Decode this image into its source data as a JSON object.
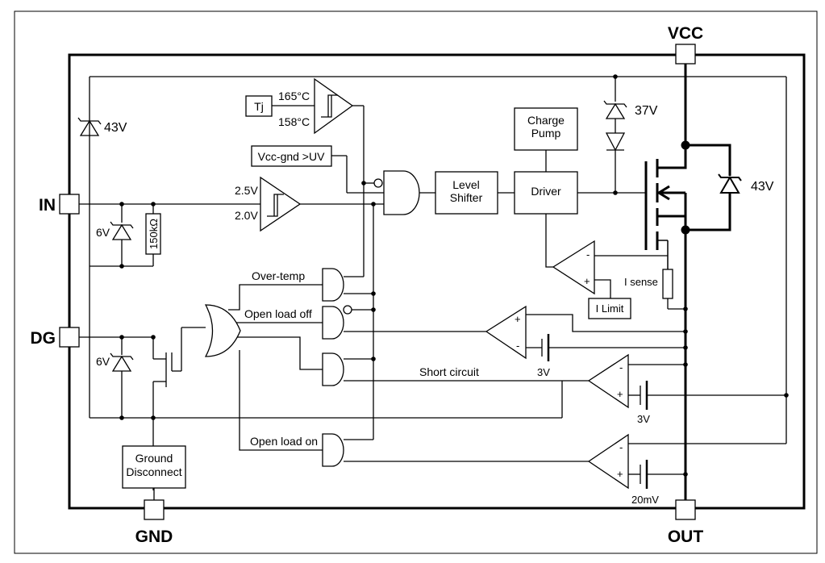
{
  "pins": {
    "vcc": "VCC",
    "in": "IN",
    "dg": "DG",
    "gnd": "GND",
    "out": "OUT"
  },
  "blocks": {
    "tj": "Tj",
    "temp_high": "165°C",
    "temp_low": "158°C",
    "uv": "Vcc-gnd >UV",
    "in_high": "2.5V",
    "in_low": "2.0V",
    "level_shifter_1": "Level",
    "level_shifter_2": "Shifter",
    "charge_pump_1": "Charge",
    "charge_pump_2": "Pump",
    "driver": "Driver",
    "i_limit": "I Limit",
    "i_sense": "I sense",
    "ground_disconnect_1": "Ground",
    "ground_disconnect_2": "Disconnect",
    "resistor": "150kΩ"
  },
  "zeners": {
    "in_clamp": "43V",
    "in_zener": "6V",
    "dg_zener": "6V",
    "vcc_clamp": "37V",
    "mosfet_clamp": "43V"
  },
  "signals": {
    "over_temp": "Over-temp",
    "open_load_off": "Open load off",
    "short_circuit": "Short circuit",
    "open_load_on": "Open load on"
  },
  "references": {
    "open_load_off_ref": "3V",
    "short_circuit_ref": "3V",
    "open_load_on_ref": "20mV"
  },
  "comparator_signs": {
    "plus": "+",
    "minus": "-"
  }
}
